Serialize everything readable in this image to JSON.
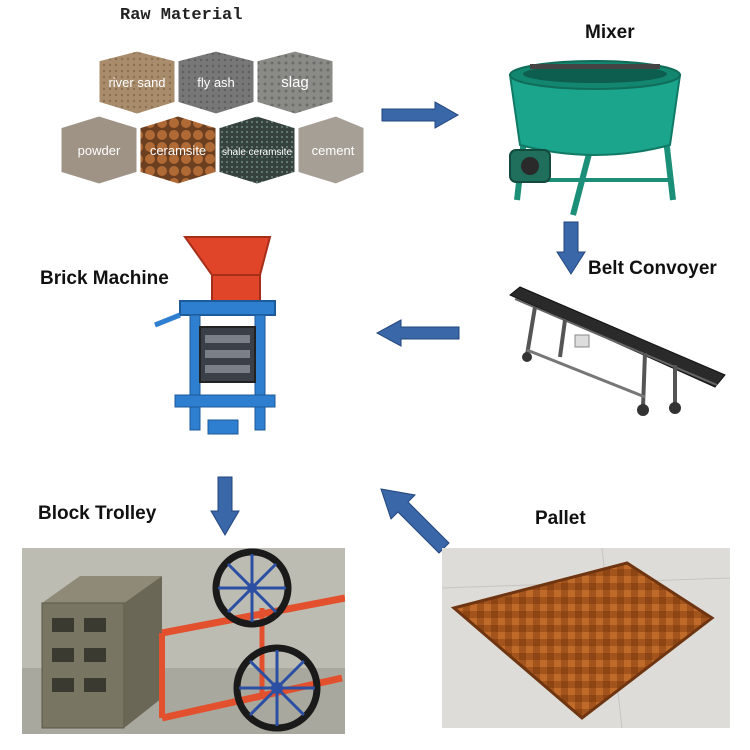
{
  "raw_material": {
    "title": "Raw Material",
    "items": [
      "river sand",
      "fly ash",
      "slag",
      "powder",
      "ceramsite",
      "shale ceramsite",
      "cement"
    ]
  },
  "steps": {
    "mixer": "Mixer",
    "belt_conveyor": "Belt Convoyer",
    "brick_machine": "Brick Machine",
    "block_trolley": "Block Trolley",
    "pallet": "Pallet"
  },
  "colors": {
    "arrow": "#3a67a8",
    "mixer": "#1aa58c",
    "brick_machine_frame": "#2f7fd0",
    "brick_machine_hopper": "#e0452a",
    "trolley_frame": "#e2502e",
    "pallet": "#a3541c"
  }
}
